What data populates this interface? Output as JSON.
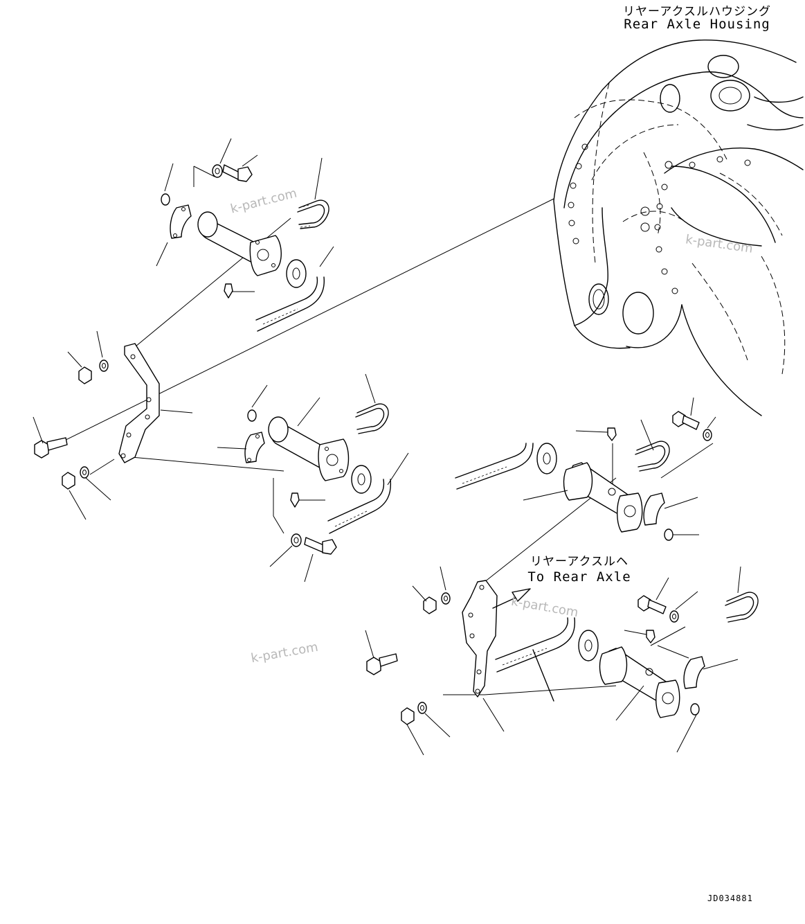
{
  "labels": {
    "housing_jp": "リヤーアクスルハウジング",
    "housing_en": "Rear Axle Housing",
    "to_axle_jp": "リヤーアクスルヘ",
    "to_axle_en": "To Rear Axle"
  },
  "watermarks": [
    "k-part.com",
    "k-part.com",
    "k-part.com",
    "k-part.com"
  ],
  "drawing_code": "JD034881"
}
